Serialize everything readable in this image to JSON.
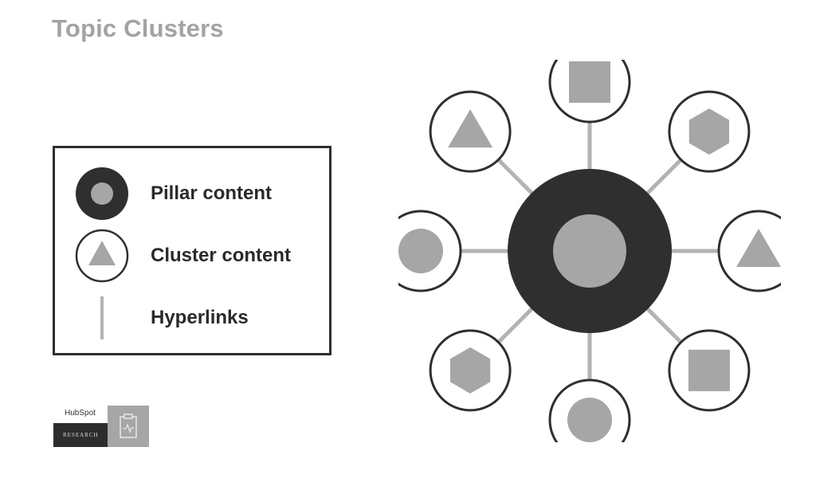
{
  "title": "Topic Clusters",
  "legend": {
    "items": [
      {
        "label": "Pillar content",
        "symbol": "pillar-icon"
      },
      {
        "label": "Cluster content",
        "symbol": "cluster-icon"
      },
      {
        "label": "Hyperlinks",
        "symbol": "hyperlink-icon"
      }
    ]
  },
  "diagram": {
    "center": {
      "type": "pillar",
      "inner_shape": "circle"
    },
    "clusters": [
      {
        "position": "top",
        "shape": "square"
      },
      {
        "position": "top-right",
        "shape": "hexagon"
      },
      {
        "position": "right",
        "shape": "triangle"
      },
      {
        "position": "bottom-right",
        "shape": "square"
      },
      {
        "position": "bottom",
        "shape": "circle"
      },
      {
        "position": "bottom-left",
        "shape": "hexagon"
      },
      {
        "position": "left",
        "shape": "circle"
      },
      {
        "position": "top-left",
        "shape": "triangle"
      }
    ]
  },
  "logo": {
    "brand": "HubSpot",
    "subtitle": "RESEARCH",
    "icon": "clipboard-chart-icon"
  },
  "colors": {
    "dark": "#2f2f2f",
    "gray": "#a6a6a6",
    "title": "#a3a3a3",
    "line": "#b3b3b3"
  }
}
